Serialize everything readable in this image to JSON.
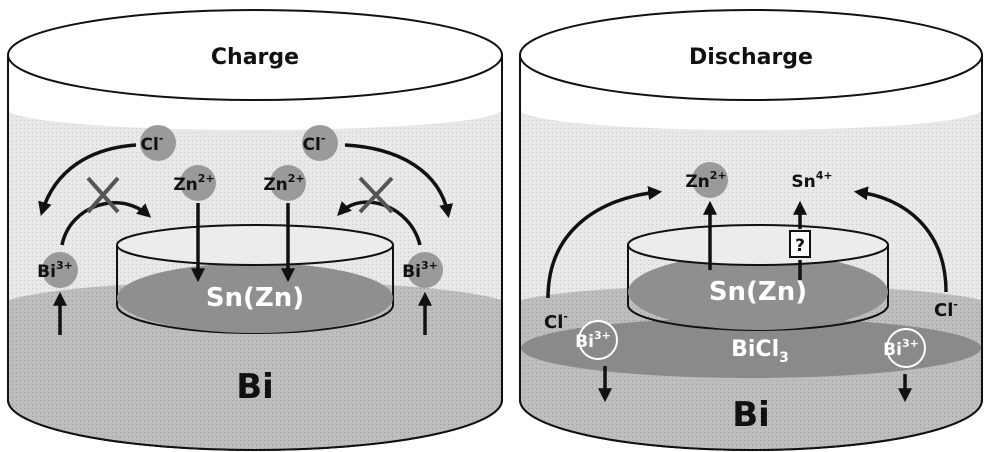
{
  "panels": {
    "charge": {
      "title": "Charge",
      "electrode": "Bi",
      "alloy": "Sn(Zn)",
      "ions": {
        "cl_left": "Cl",
        "cl_left_charge": "-",
        "cl_right": "Cl",
        "cl_right_charge": "-",
        "zn_left": "Zn",
        "zn_left_charge": "2+",
        "zn_right": "Zn",
        "zn_right_charge": "2+",
        "bi_left": "Bi",
        "bi_left_charge": "3+",
        "bi_right": "Bi",
        "bi_right_charge": "3+"
      }
    },
    "discharge": {
      "title": "Discharge",
      "electrode": "Bi",
      "alloy": "Sn(Zn)",
      "chloride_layer": "BiCl",
      "chloride_layer_subscript": "3",
      "unknown_marker": "?",
      "ions": {
        "zn": "Zn",
        "zn_charge": "2+",
        "sn": "Sn",
        "sn_charge": "4+",
        "cl_left": "Cl",
        "cl_left_charge": "-",
        "cl_right": "Cl",
        "cl_right_charge": "-",
        "bi_left": "Bi",
        "bi_left_charge": "3+",
        "bi_right": "Bi",
        "bi_right_charge": "3+"
      }
    }
  },
  "colors": {
    "electrolyte": "#e6e6e6",
    "bi_electrode": "#bdbdbd",
    "alloy_pool": "#8f8f8f",
    "bicl3_layer": "#8a8a8a",
    "ion_ball": "#9a9a9a",
    "outline": "#111111"
  }
}
